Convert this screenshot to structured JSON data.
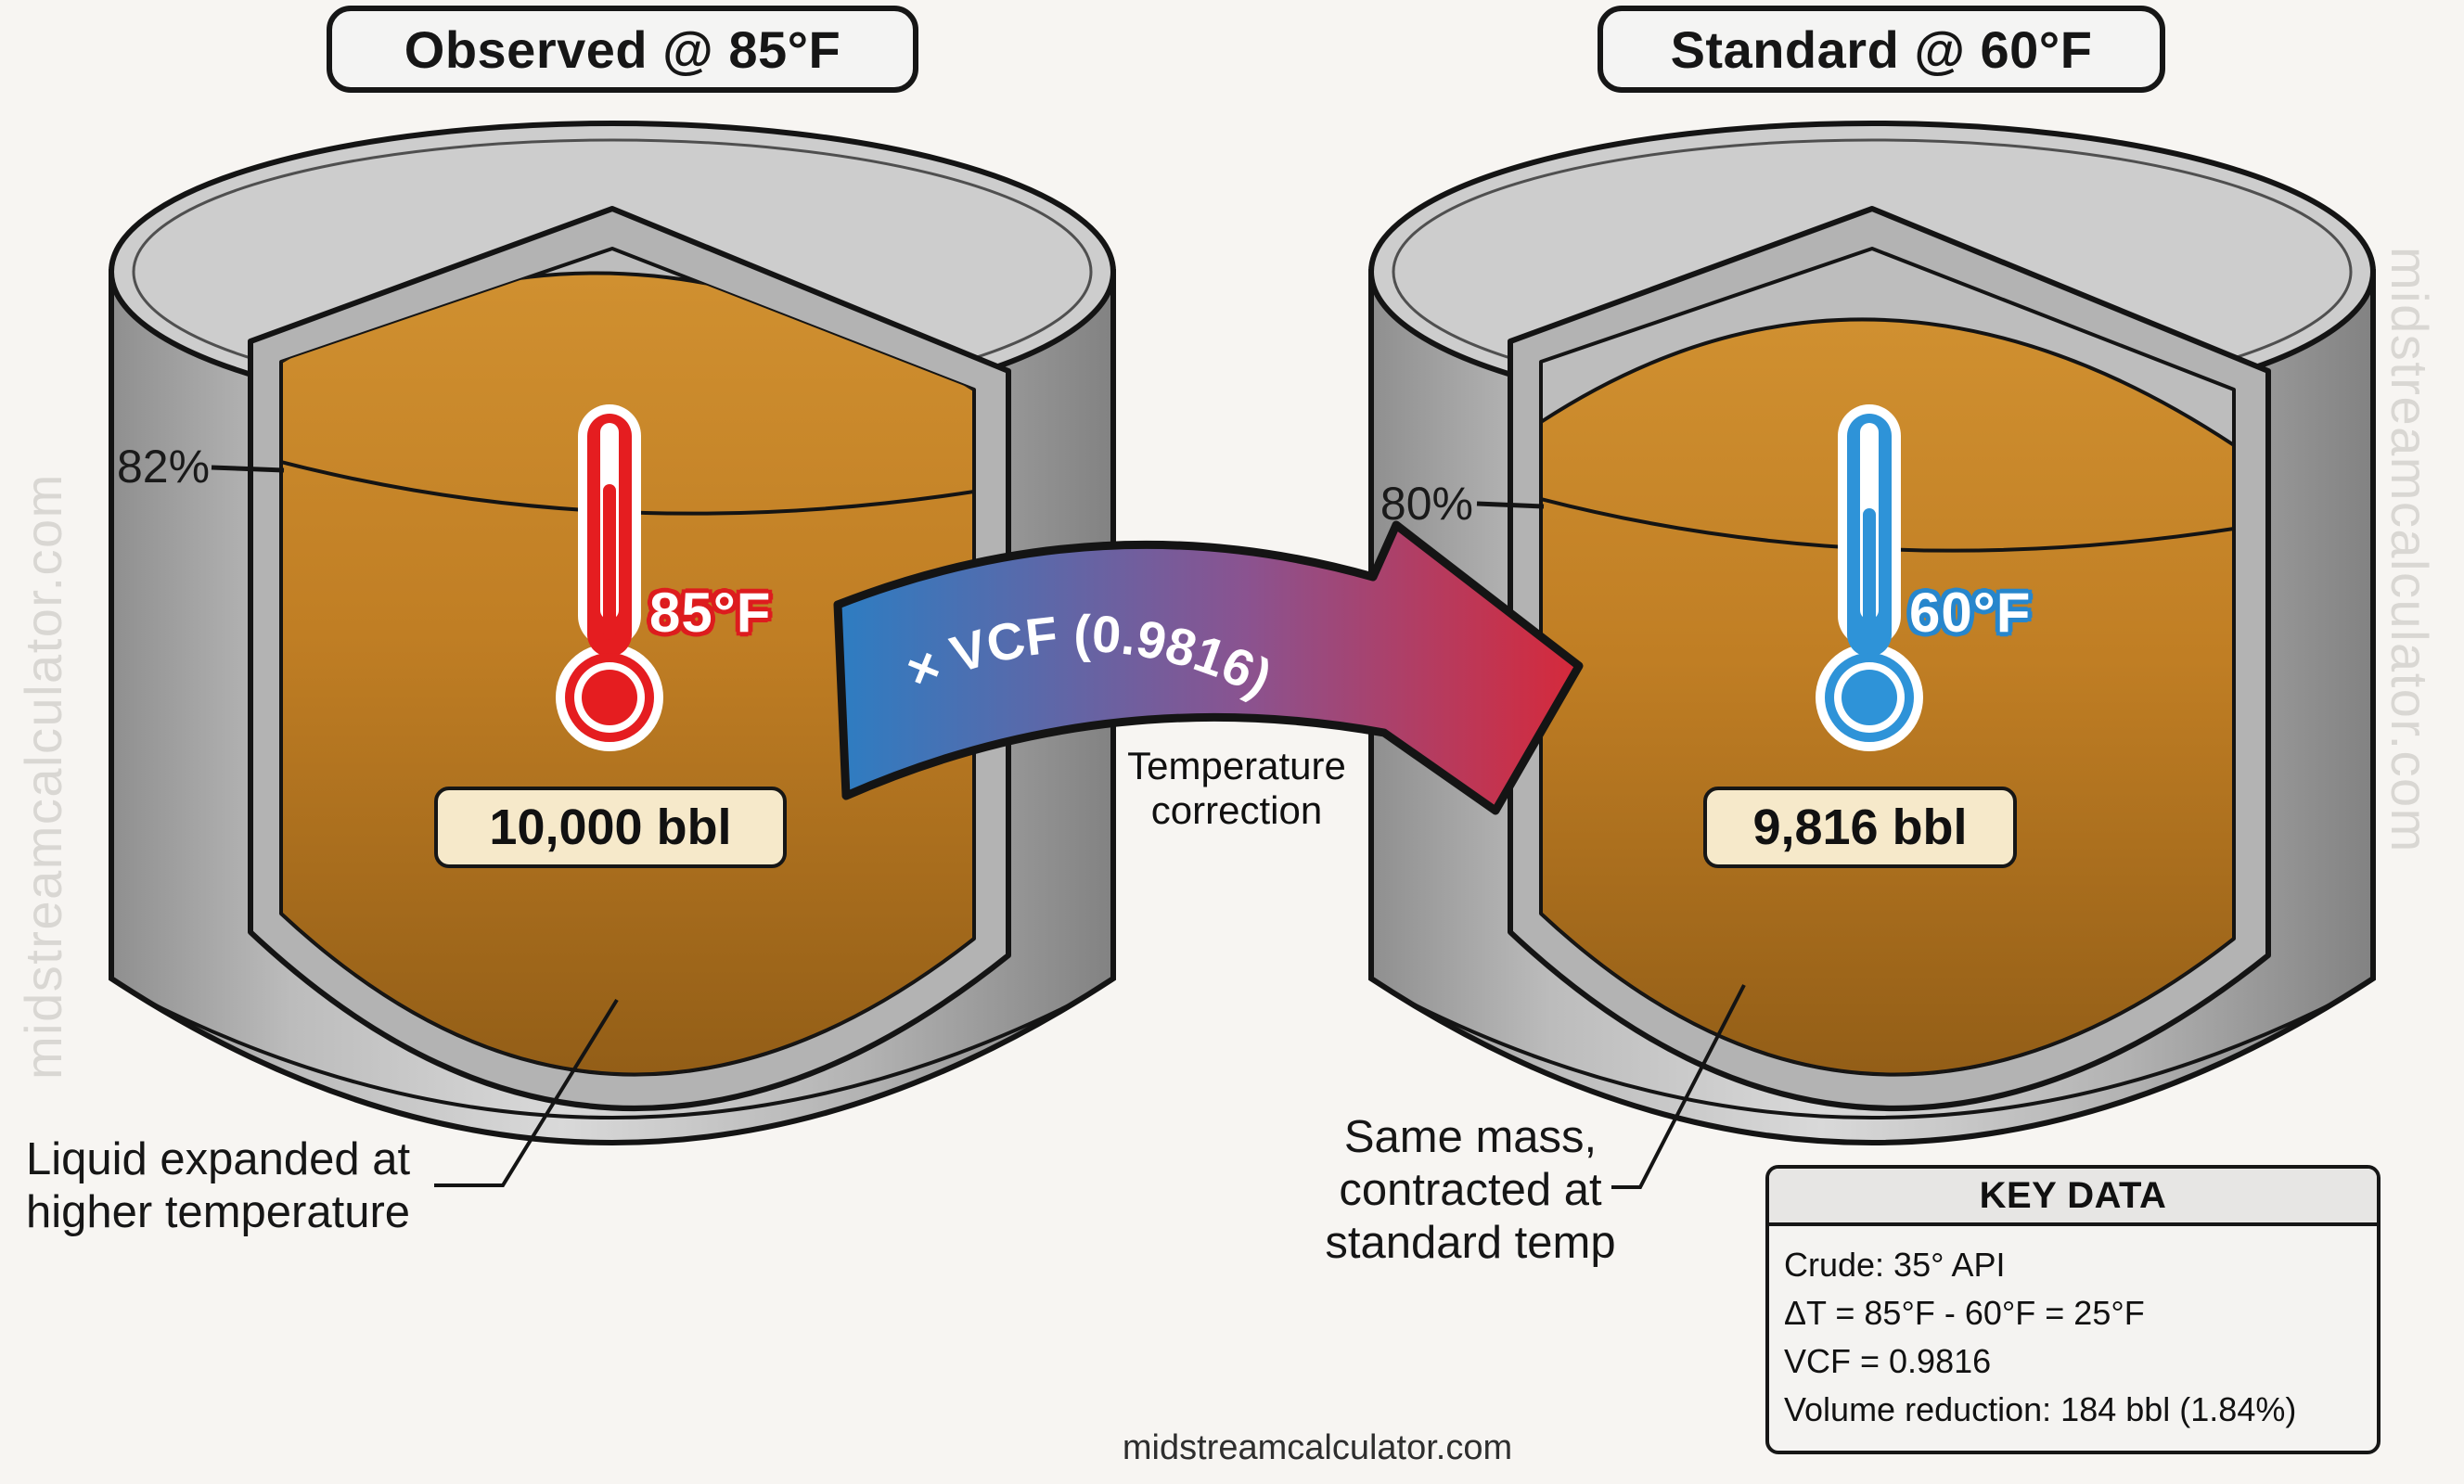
{
  "titles": {
    "left": "Observed @ 85°F",
    "right": "Standard @ 60°F"
  },
  "left_tank": {
    "fill_level": "82%",
    "temperature": "85°F",
    "volume": "10,000 bbl"
  },
  "right_tank": {
    "fill_level": "80%",
    "temperature": "60°F",
    "volume": "9,816 bbl"
  },
  "arrow": {
    "label": "× VCF (0.9816)",
    "caption_line1": "Temperature",
    "caption_line2": "correction"
  },
  "annotations": {
    "left_line1": "Liquid expanded at",
    "left_line2": "higher temperature",
    "right_line1": "Same mass,",
    "right_line2": "contracted at",
    "right_line3": "standard temp"
  },
  "key_data": {
    "title": "KEY DATA",
    "rows": [
      "Crude: 35° API",
      "ΔT = 85°F - 60°F = 25°F",
      "VCF = 0.9816",
      "Volume reduction: 184 bbl (1.84%)"
    ]
  },
  "watermarks": {
    "left": "midstreamcalculator.com",
    "right": "midstreamcalculator.com",
    "bottom": "midstreamcalculator.com"
  },
  "colors": {
    "oil_top": "#d09030",
    "oil_mid": "#c07e24",
    "oil_bottom": "#935e17",
    "arrow_start": "#2d7dc2",
    "arrow_mid": "#8a5390",
    "arrow_end": "#d6293a",
    "thermo_hot": "#e51d20",
    "thermo_cold": "#2e93d8"
  }
}
